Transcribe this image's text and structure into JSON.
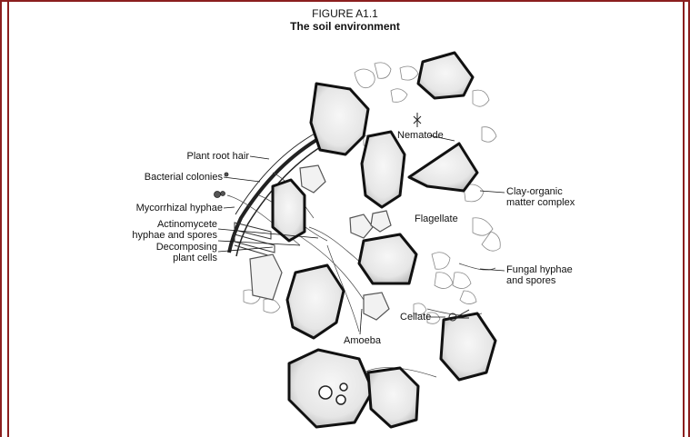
{
  "figure": {
    "number": "FIGURE A1.1",
    "title": "The soil environment"
  },
  "labels": {
    "plant_root_hair": "Plant root hair",
    "bacterial_colonies": "Bacterial colonies",
    "mycorrhizal_hyphae": "Mycorrhizal hyphae",
    "actinomycete_line1": "Actinomycete",
    "actinomycete_line2": "hyphae and spores",
    "decomposing_line1": "Decomposing",
    "decomposing_line2": "plant cells",
    "nematode": "Nematode",
    "clay_line1": "Clay-organic",
    "clay_line2": "matter complex",
    "flagellate": "Flagellate",
    "fungal_line1": "Fungal hyphae",
    "fungal_line2": "and spores",
    "cellate": "Cellate",
    "amoeba": "Amoeba"
  },
  "colors": {
    "frame": "#8b1e1e",
    "ink": "#111111",
    "particle_fill": "#f4f4f4"
  }
}
